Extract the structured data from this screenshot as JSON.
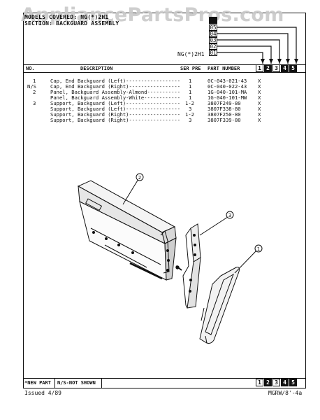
{
  "watermark": "AppliancePartsPros.com",
  "header": {
    "models_line": "MODELS COVERED: NG(*)2H1",
    "section_line": "SECTION: BACKGUARD ASSEMBLY",
    "model_id": "NG(*)2H1",
    "serial_codes": [
      "05",
      "04",
      "03",
      "02",
      "01"
    ]
  },
  "columns": {
    "no": "NO.",
    "description": "DESCRIPTION",
    "ser_pre": "SER PRE",
    "part_number": "PART NUMBER",
    "variants": [
      "1",
      "2",
      "3",
      "4",
      "5"
    ]
  },
  "parts": [
    {
      "no": "1",
      "description": "Cap, End Backguard (Left)------------------",
      "ser": "1",
      "part": "0C-043-021-43",
      "mark": "X"
    },
    {
      "no": "N/S",
      "description": "Cap, End Backguard (Right)-----------------",
      "ser": "1",
      "part": "0C-040-022-43",
      "mark": "X"
    },
    {
      "no": "2",
      "description": "Panel, Backguard Assembly-Almond-----------",
      "ser": "1",
      "part": "1G-040-101-MA",
      "mark": "X"
    },
    {
      "no": "",
      "description": "Panel, Backguard Assembly-White------------",
      "ser": "1",
      "part": "1G-040-101-MW",
      "mark": "X"
    },
    {
      "no": "3",
      "description": "Support, Backguard (Left)------------------",
      "ser": "1-2",
      "part": "3807F249-80",
      "mark": "X"
    },
    {
      "no": "",
      "description": "Support, Backguard (Left)------------------",
      "ser": "3",
      "part": "3807F338-80",
      "mark": "X"
    },
    {
      "no": "",
      "description": "Support, Backguard (Right)-----------------",
      "ser": "1-2",
      "part": "3807F250-80",
      "mark": "X"
    },
    {
      "no": "",
      "description": "Support, Backguard (Right)-----------------",
      "ser": "3",
      "part": "3807F339-80",
      "mark": "X"
    }
  ],
  "diagram": {
    "callouts": [
      "2",
      "3",
      "1"
    ]
  },
  "footer": {
    "new_part": "*NEW PART",
    "not_shown": "N/S-NOT SHOWN",
    "issued": "Issued 4/89",
    "page_code": "MGRW/8'-4a",
    "variants": [
      "1",
      "2",
      "3",
      "4",
      "5"
    ]
  },
  "colors": {
    "ink": "#111111",
    "watermark": "#c9c9c9",
    "paper": "#ffffff"
  }
}
